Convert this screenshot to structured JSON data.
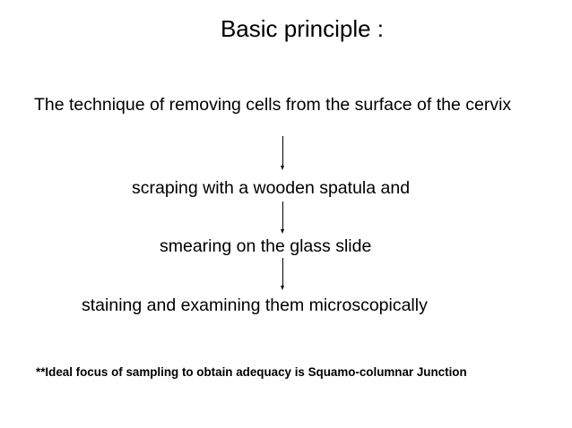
{
  "slide": {
    "title": "Basic principle :",
    "intro": "The technique of removing cells from the surface of the cervix",
    "steps": [
      "scraping with a wooden spatula and",
      "smearing on the glass slide",
      "staining and examining them microscopically"
    ],
    "note": "**Ideal focus of sampling to obtain adequacy is Squamo-columnar Junction",
    "colors": {
      "background": "#ffffff",
      "text": "#000000",
      "arrow": "#000000"
    },
    "icons": [
      "arrow-down-icon",
      "arrow-down-icon",
      "arrow-down-icon"
    ]
  }
}
